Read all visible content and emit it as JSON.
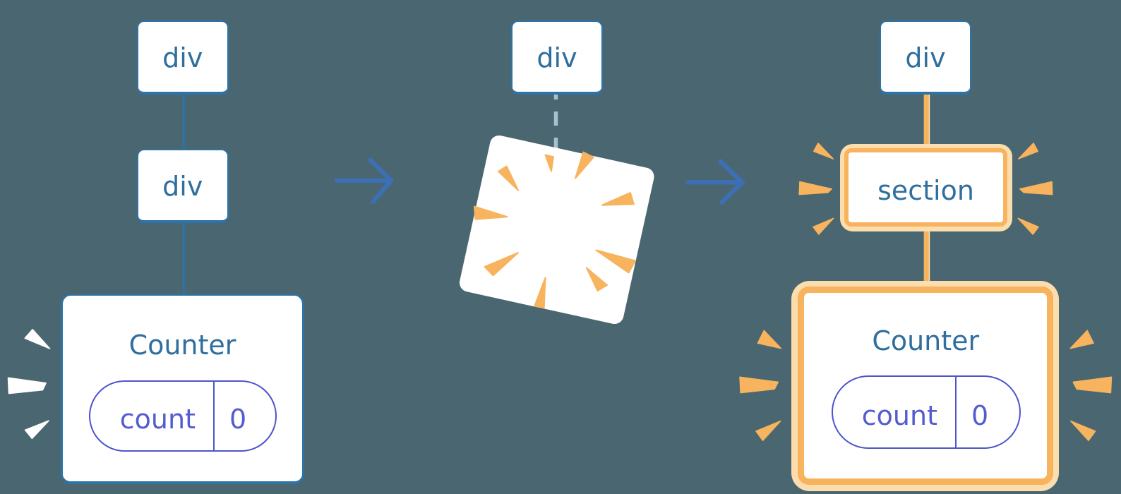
{
  "diagram": {
    "description": "React tree state reset diagram: replacing a div with a section destroys the Counter state",
    "background_color": "#4A6670",
    "before_tree": {
      "root_label": "div",
      "child_label": "div",
      "component": {
        "title": "Counter",
        "state_key": "count",
        "state_value": "0"
      }
    },
    "transition": {
      "arrow_color": "#3D6FB3",
      "poof_node_label": "div"
    },
    "after_tree": {
      "root_label": "div",
      "changed_node_label": "section",
      "component": {
        "title": "Counter",
        "state_key": "count",
        "state_value": "0"
      },
      "highlight_color": "#F7B35D"
    },
    "palette": {
      "node_border_blue": "#2C73A7",
      "label_blue": "#2F6F9E",
      "state_indigo": "#4C55CA",
      "highlight_orange": "#F7B35D",
      "highlight_cream": "#FCDEAE",
      "dashed_line_gray": "#A3BCCD",
      "spark_white": "#FFFFFF"
    }
  }
}
